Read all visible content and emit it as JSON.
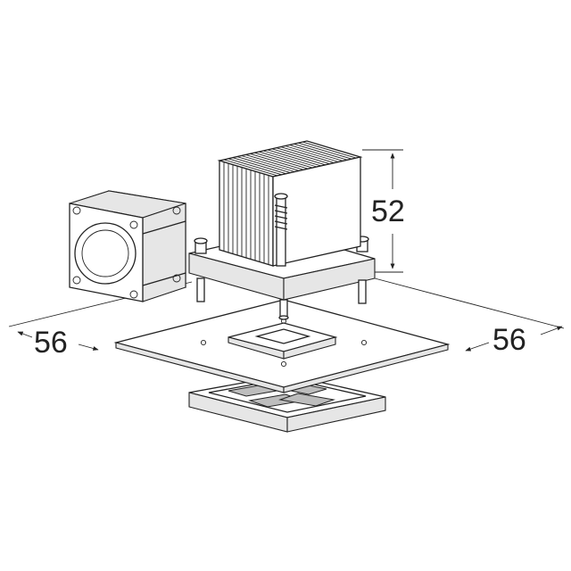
{
  "dimensions": {
    "height": "52",
    "width_left": "56",
    "width_right": "56"
  },
  "colors": {
    "stroke": "#222222",
    "background": "#ffffff",
    "shade": "#e6e6e6"
  }
}
